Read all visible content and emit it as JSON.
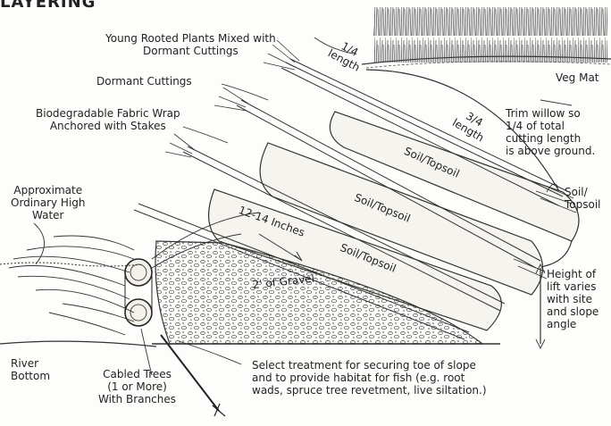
{
  "title": "LAYERING",
  "labels": {
    "young_plants": "Young Rooted Plants Mixed with\nDormant Cuttings",
    "dormant_cuttings": "Dormant Cuttings",
    "fabric_wrap": "Biodegradable Fabric Wrap\nAnchored with Stakes",
    "high_water": "Approximate\nOrdinary High\nWater",
    "river_bottom": "River\nBottom",
    "cabled_trees": "Cabled Trees\n(1 or More)\nWith Branches",
    "select_treatment": "Select treatment for securing toe of slope\nand to provide habitat for fish (e.g. root\nwads, spruce tree revetment, live siltation.)",
    "veg_mat": "Veg Mat",
    "quarter_length": "1/4\nlength",
    "three_quarter_length": "3/4\nlength",
    "trim_willow": "Trim willow so\n1/4 of total\ncutting length\nis above ground.",
    "soil_topsoil_right": "Soil/\nTopsoil",
    "soil_topsoil_1": "Soil/Topsoil",
    "soil_topsoil_2": "Soil/Topsoil",
    "soil_topsoil_3": "Soil/Topsoil",
    "inches": "12-14 Inches",
    "gravel": "2' of Gravel",
    "height_lift": "Height of\nlift varies\nwith site\nand slope\nangle"
  }
}
